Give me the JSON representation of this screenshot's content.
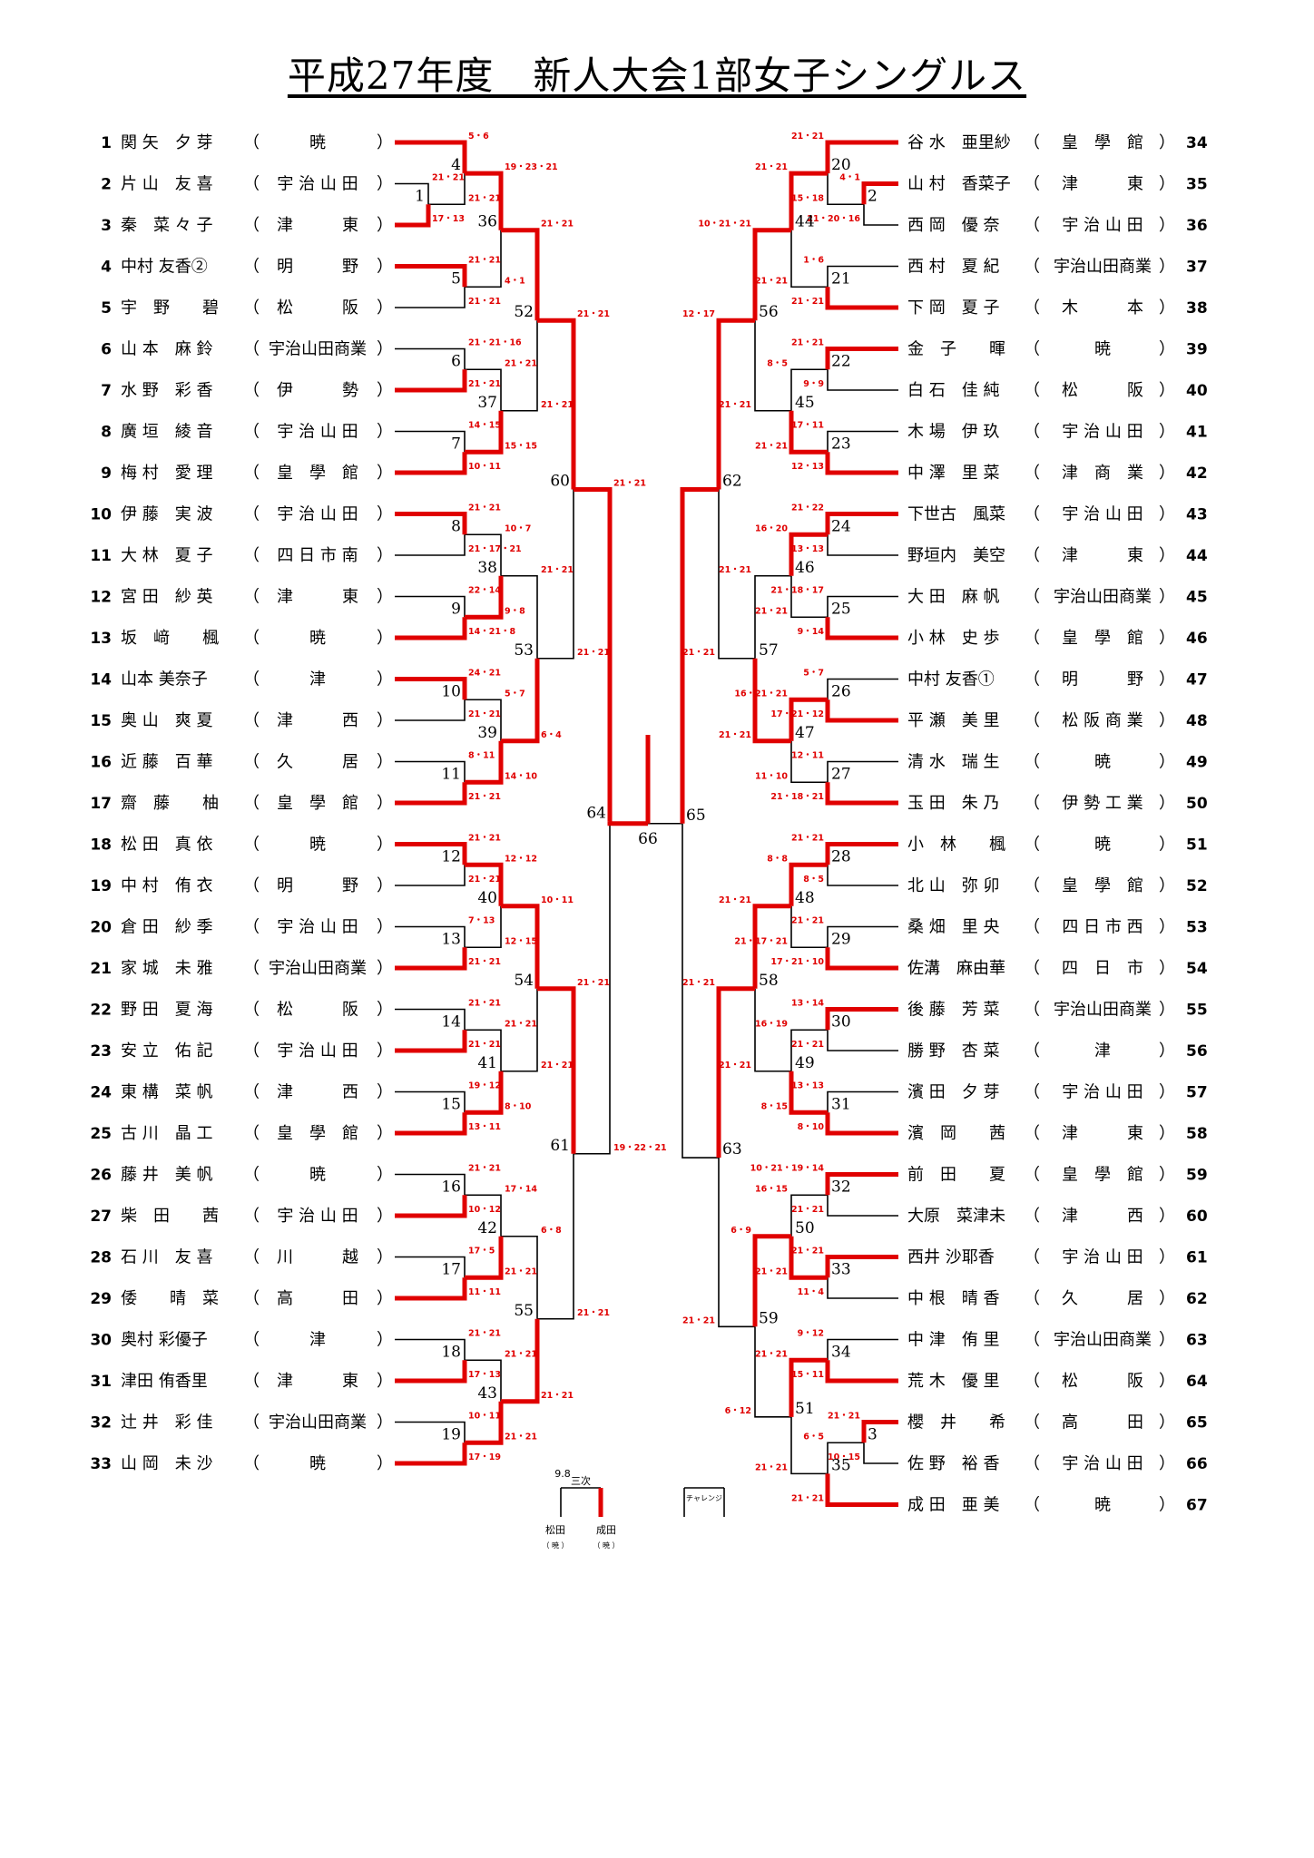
{
  "title": "平成27年度　新人大会1部女子シングルス",
  "colors": {
    "win": "#e00000",
    "line": "#000000"
  },
  "left_players": [
    {
      "no": "1",
      "name": "関 矢　夕 芽",
      "club": "暁"
    },
    {
      "no": "2",
      "name": "片 山　友 喜",
      "club": "宇 治 山 田"
    },
    {
      "no": "3",
      "name": "秦　菜 々 子",
      "club": "津　　　東"
    },
    {
      "no": "4",
      "name": "中村 友香②",
      "club": "明　　　野"
    },
    {
      "no": "5",
      "name": "宇　野　　碧",
      "club": "松　　　阪"
    },
    {
      "no": "6",
      "name": "山 本　麻 鈴",
      "club": "宇治山田商業"
    },
    {
      "no": "7",
      "name": "水 野　彩 香",
      "club": "伊　　　勢"
    },
    {
      "no": "8",
      "name": "廣 垣　綾 音",
      "club": "宇 治 山 田"
    },
    {
      "no": "9",
      "name": "梅 村　愛 理",
      "club": "皇　學　館"
    },
    {
      "no": "10",
      "name": "伊 藤　実 波",
      "club": "宇 治 山 田"
    },
    {
      "no": "11",
      "name": "大 林　夏 子",
      "club": "四 日 市 南"
    },
    {
      "no": "12",
      "name": "宮 田　紗 英",
      "club": "津　　　東"
    },
    {
      "no": "13",
      "name": "坂　﨑　　楓",
      "club": "暁"
    },
    {
      "no": "14",
      "name": "山本 美奈子",
      "club": "津"
    },
    {
      "no": "15",
      "name": "奥 山　爽 夏",
      "club": "津　　　西"
    },
    {
      "no": "16",
      "name": "近 藤　百 華",
      "club": "久　　　居"
    },
    {
      "no": "17",
      "name": "齋　藤　　柚",
      "club": "皇　學　館"
    },
    {
      "no": "18",
      "name": "松 田　真 依",
      "club": "暁"
    },
    {
      "no": "19",
      "name": "中 村　侑 衣",
      "club": "明　　　野"
    },
    {
      "no": "20",
      "name": "倉 田　紗 季",
      "club": "宇 治 山 田"
    },
    {
      "no": "21",
      "name": "家 城　未 雅",
      "club": "宇治山田商業"
    },
    {
      "no": "22",
      "name": "野 田　夏 海",
      "club": "松　　　阪"
    },
    {
      "no": "23",
      "name": "安 立　佑 記",
      "club": "宇 治 山 田"
    },
    {
      "no": "24",
      "name": "東 構　菜 帆",
      "club": "津　　　西"
    },
    {
      "no": "25",
      "name": "古 川　晶 工",
      "club": "皇　學　館"
    },
    {
      "no": "26",
      "name": "藤 井　美 帆",
      "club": "暁"
    },
    {
      "no": "27",
      "name": "柴　田　　茜",
      "club": "宇 治 山 田"
    },
    {
      "no": "28",
      "name": "石 川　友 喜",
      "club": "川　　　越"
    },
    {
      "no": "29",
      "name": "倭　　晴　菜",
      "club": "高　　　田"
    },
    {
      "no": "30",
      "name": "奥村 彩優子",
      "club": "津"
    },
    {
      "no": "31",
      "name": "津田 侑香里",
      "club": "津　　　東"
    },
    {
      "no": "32",
      "name": "辻 井　彩 佳",
      "club": "宇治山田商業"
    },
    {
      "no": "33",
      "name": "山 岡　未 沙",
      "club": "暁"
    }
  ],
  "right_players": [
    {
      "no": "34",
      "name": "谷 水　亜里紗",
      "club": "皇　學　館"
    },
    {
      "no": "35",
      "name": "山 村　香菜子",
      "club": "津　　　東"
    },
    {
      "no": "36",
      "name": "西 岡　優 奈",
      "club": "宇 治 山 田"
    },
    {
      "no": "37",
      "name": "西 村　夏 紀",
      "club": "宇治山田商業"
    },
    {
      "no": "38",
      "name": "下 岡　夏 子",
      "club": "木　　　本"
    },
    {
      "no": "39",
      "name": "金　子　　暉",
      "club": "暁"
    },
    {
      "no": "40",
      "name": "白 石　佳 純",
      "club": "松　　　阪"
    },
    {
      "no": "41",
      "name": "木 場　伊 玖",
      "club": "宇 治 山 田"
    },
    {
      "no": "42",
      "name": "中 澤　里 菜",
      "club": "津　商　業"
    },
    {
      "no": "43",
      "name": "下世古　風菜",
      "club": "宇 治 山 田"
    },
    {
      "no": "44",
      "name": "野垣内　美空",
      "club": "津　　　東"
    },
    {
      "no": "45",
      "name": "大 田　麻 帆",
      "club": "宇治山田商業"
    },
    {
      "no": "46",
      "name": "小 林　史 歩",
      "club": "皇　學　館"
    },
    {
      "no": "47",
      "name": "中村 友香①",
      "club": "明　　　野"
    },
    {
      "no": "48",
      "name": "平 瀬　美 里",
      "club": "松 阪 商 業"
    },
    {
      "no": "49",
      "name": "清 水　瑞 生",
      "club": "暁"
    },
    {
      "no": "50",
      "name": "玉 田　朱 乃",
      "club": "伊 勢 工 業"
    },
    {
      "no": "51",
      "name": "小　林　　楓",
      "club": "暁"
    },
    {
      "no": "52",
      "name": "北 山　弥 卯",
      "club": "皇　學　館"
    },
    {
      "no": "53",
      "name": "桑 畑　里 央",
      "club": "四 日 市 西"
    },
    {
      "no": "54",
      "name": "佐溝　麻由華",
      "club": "四　日　市"
    },
    {
      "no": "55",
      "name": "後 藤　芳 菜",
      "club": "宇治山田商業"
    },
    {
      "no": "56",
      "name": "勝 野　杏 菜",
      "club": "津"
    },
    {
      "no": "57",
      "name": "濱 田　夕 芽",
      "club": "宇 治 山 田"
    },
    {
      "no": "58",
      "name": "濱　岡　　茜",
      "club": "津　　　東"
    },
    {
      "no": "59",
      "name": "前　田　　夏",
      "club": "皇　學　館"
    },
    {
      "no": "60",
      "name": "大原　菜津未",
      "club": "津　　　西"
    },
    {
      "no": "61",
      "name": "西井 沙耶香",
      "club": "宇 治 山 田"
    },
    {
      "no": "62",
      "name": "中 根　晴 香",
      "club": "久　　　居"
    },
    {
      "no": "63",
      "name": "中 津　侑 里",
      "club": "宇治山田商業"
    },
    {
      "no": "64",
      "name": "荒 木　優 里",
      "club": "松　　　阪"
    },
    {
      "no": "65",
      "name": "櫻　井　　希",
      "club": "高　　　田"
    },
    {
      "no": "66",
      "name": "佐 野　裕 香",
      "club": "宇 治 山 田"
    },
    {
      "no": "67",
      "name": "成 田　亜 美",
      "club": "暁"
    }
  ],
  "match_numbers": [
    "1",
    "2",
    "3",
    "4",
    "5",
    "6",
    "7",
    "8",
    "9",
    "10",
    "11",
    "12",
    "13",
    "14",
    "15",
    "16",
    "17",
    "18",
    "19",
    "20",
    "21",
    "22",
    "23",
    "24",
    "25",
    "26",
    "27",
    "28",
    "29",
    "30",
    "31",
    "32",
    "33",
    "34",
    "35",
    "36",
    "37",
    "38",
    "39",
    "40",
    "41",
    "42",
    "43",
    "44",
    "45",
    "46",
    "47",
    "48",
    "49",
    "50",
    "51",
    "52",
    "53",
    "54",
    "55",
    "56",
    "57",
    "58",
    "59",
    "60",
    "61",
    "62",
    "63",
    "64",
    "65",
    "66"
  ],
  "scores": [
    "21・21",
    "17・13",
    "5・6",
    "21・21",
    "21・21",
    "21・21",
    "19・23・21",
    "4・1",
    "21・21・16",
    "21・21",
    "14・15",
    "10・11",
    "21・21",
    "15・15",
    "21・21",
    "21・21",
    "21・21",
    "21・17・21",
    "22・14",
    "14・21・8",
    "10・7",
    "9・8",
    "24・21",
    "21・21",
    "8・11",
    "21・21",
    "5・7",
    "14・10",
    "21・21",
    "6・4",
    "21・21",
    "21・21",
    "21・21",
    "21・21",
    "7・13",
    "21・21",
    "12・12",
    "12・15",
    "21・21",
    "21・21",
    "19・12",
    "13・11",
    "21・21",
    "8・10",
    "10・11",
    "21・21",
    "21・21",
    "10・12",
    "17・5",
    "11・11",
    "17・14",
    "21・21",
    "21・21",
    "17・13",
    "10・11",
    "17・19",
    "21・21",
    "21・21",
    "6・8",
    "21・21",
    "21・21",
    "21・21",
    "21・21",
    "19・22・21",
    "4・1",
    "21・20・16",
    "21・21",
    "15・18",
    "1・6",
    "21・21",
    "21・21",
    "21・21",
    "21・21",
    "9・9",
    "17・11",
    "12・13",
    "8・5",
    "21・21",
    "10・21・21",
    "21・21",
    "21・22",
    "13・13",
    "21・18・17",
    "9・14",
    "16・20",
    "21・21",
    "5・7",
    "17・21・12",
    "12・11",
    "21・18・21",
    "16・21・21",
    "11・10",
    "21・21",
    "21・21",
    "12・17",
    "21・21",
    "21・21",
    "8・5",
    "21・21",
    "17・21・10",
    "8・8",
    "21・17・21",
    "13・14",
    "21・21",
    "13・13",
    "8・10",
    "16・19",
    "8・15",
    "21・21",
    "21・21",
    "10・21・19・14",
    "21・21",
    "21・21",
    "11・4",
    "16・15",
    "21・21",
    "9・12",
    "15・11",
    "21・21",
    "10・15",
    "6・5",
    "21・21",
    "21・21",
    "21・21",
    "6・9",
    "6・12",
    "21・21",
    "21・21"
  ],
  "bottom_note": {
    "score": "9.8",
    "label": "三次",
    "left_name": "松田",
    "right_name": "成田",
    "left_club": "（ 暁 ）",
    "right_club": "（ 暁 ）",
    "challenge": "チャレンジ"
  }
}
